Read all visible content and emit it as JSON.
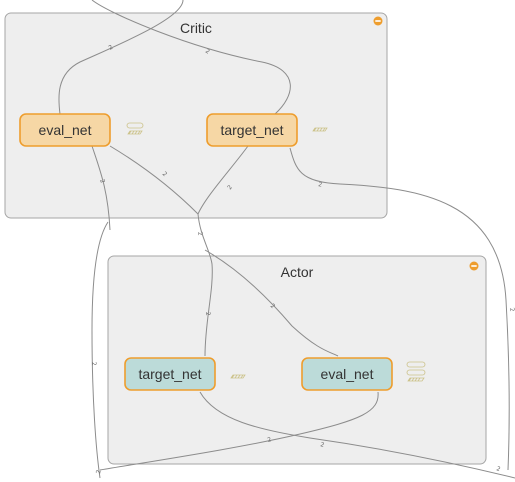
{
  "graph": {
    "groups": [
      {
        "id": "critic",
        "title": "Critic"
      },
      {
        "id": "actor",
        "title": "Actor"
      }
    ],
    "nodes": [
      {
        "id": "critic-eval-net",
        "label": "eval_net",
        "fill": "#f6d7a5"
      },
      {
        "id": "critic-target-net",
        "label": "target_net",
        "fill": "#f6d7a5"
      },
      {
        "id": "actor-target-net",
        "label": "target_net",
        "fill": "#bcdbd9"
      },
      {
        "id": "actor-eval-net",
        "label": "eval_net",
        "fill": "#bcdbd9"
      }
    ],
    "edge_labels": [
      "2",
      "2",
      "2",
      "2",
      "2",
      "2",
      "2",
      "2",
      "2",
      "2",
      "2",
      "2",
      "2",
      "2",
      "2"
    ],
    "colors": {
      "node_border": "#ee9d2d",
      "collapse_button": "#ee9d2d",
      "group_fill": "#eeeeee",
      "edge": "#8c8c8c"
    },
    "icons": [
      "collapse-icon",
      "aux-node-icon"
    ]
  }
}
